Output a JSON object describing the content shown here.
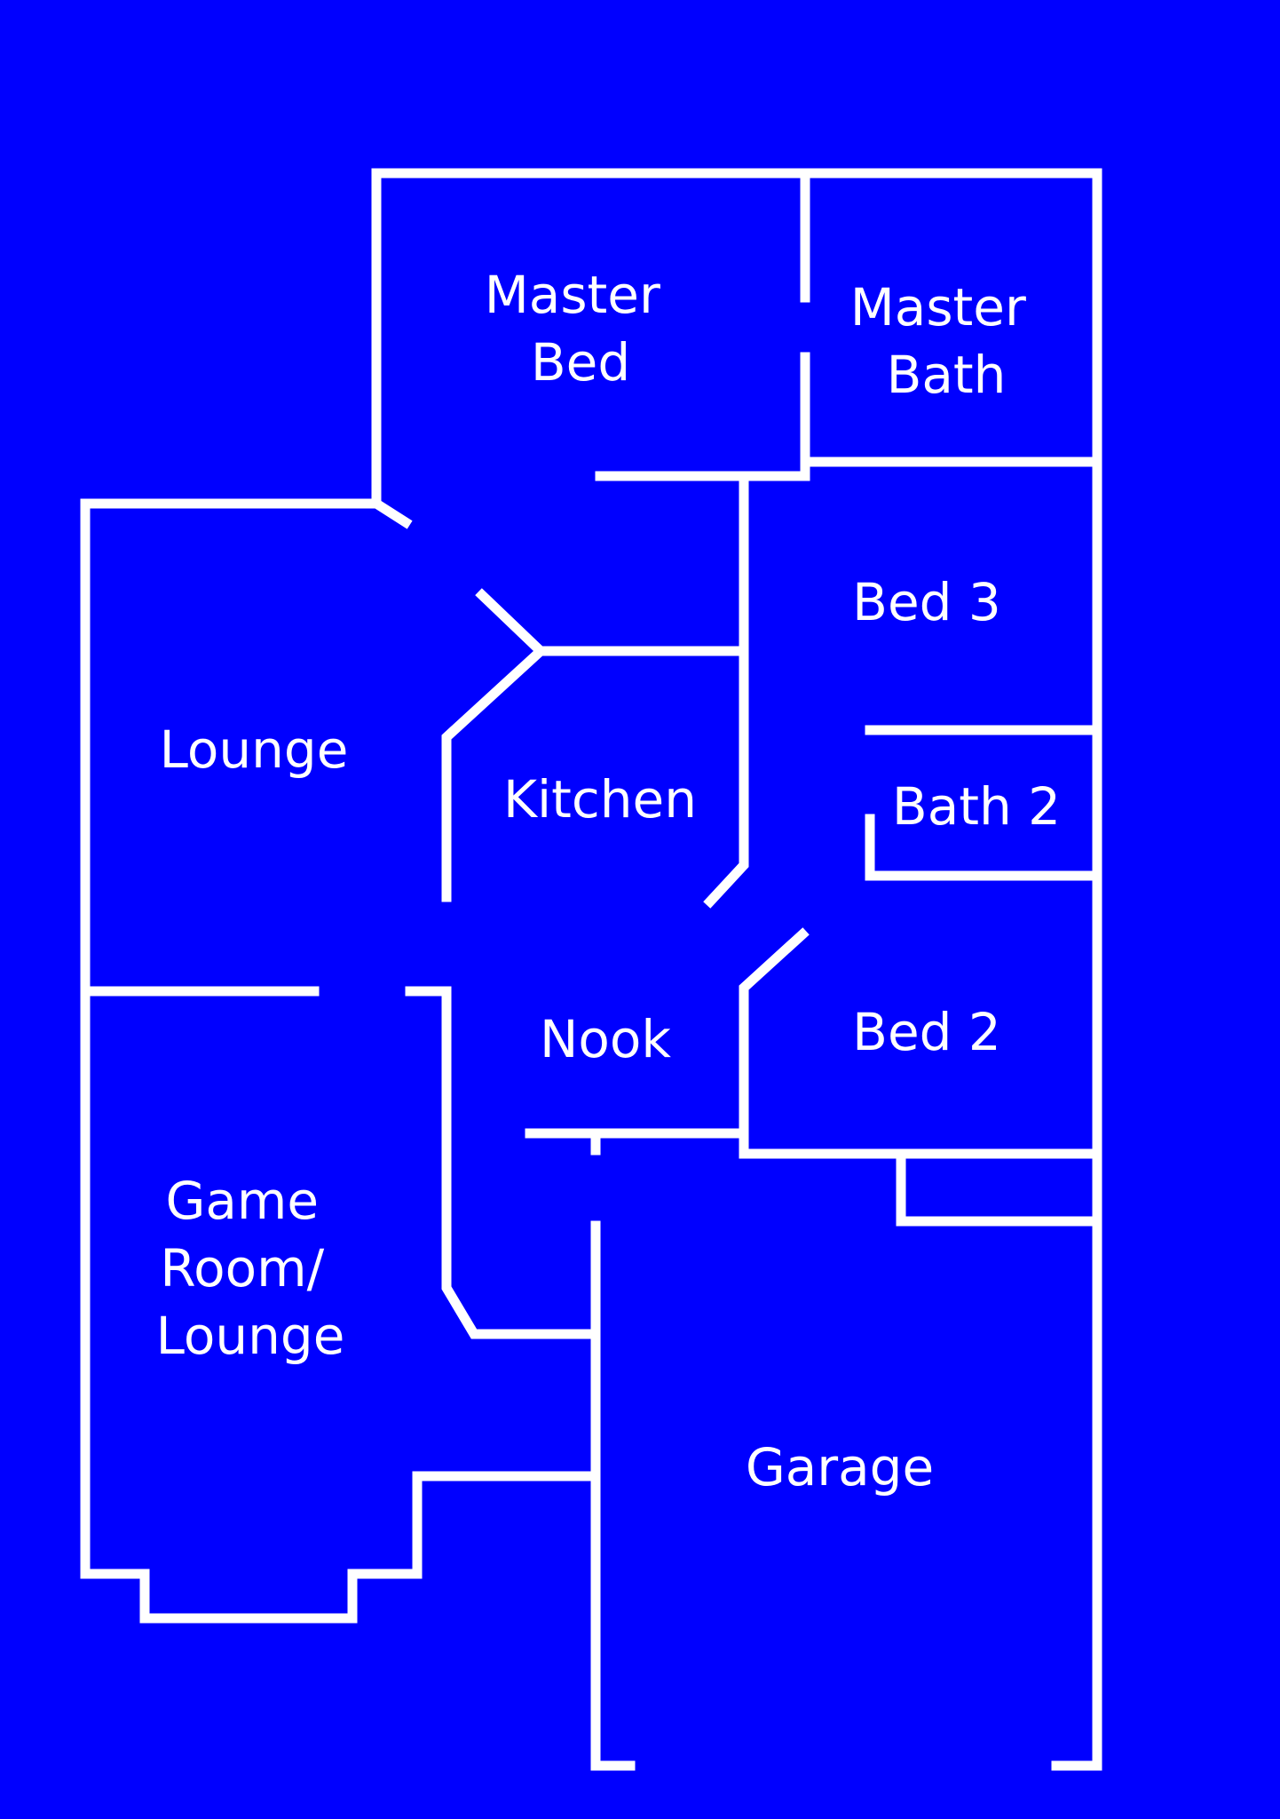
{
  "background_color": "#0000ff",
  "wall_color": "#ffffff",
  "rooms": {
    "master_bed": [
      "Master",
      "Bed"
    ],
    "master_bath": [
      "Master",
      "Bath"
    ],
    "bed_3": [
      "Bed 3"
    ],
    "lounge": [
      "Lounge"
    ],
    "kitchen": [
      "Kitchen"
    ],
    "bath_2": [
      "Bath 2"
    ],
    "bed_2": [
      "Bed 2"
    ],
    "nook": [
      "Nook"
    ],
    "game_room": [
      "Game",
      "Room/",
      "Lounge"
    ],
    "garage": [
      "Garage"
    ]
  }
}
